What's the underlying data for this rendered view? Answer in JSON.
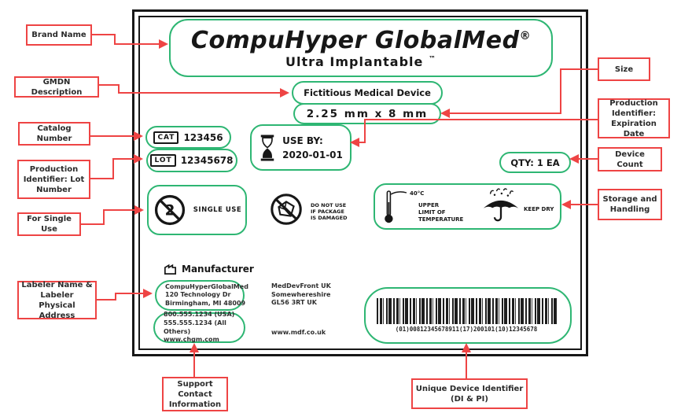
{
  "colors": {
    "green": "#2eb673",
    "red": "#ee4444",
    "ink": "#171717"
  },
  "label": {
    "brand_name": "CompuHyper GlobalMed",
    "brand_reg": "®",
    "sub_brand": "Ultra Implantable",
    "sub_tm": "™",
    "gmdn_description": "Fictitious Medical Device",
    "size": "2.25 mm x 8 mm",
    "cat_symbol": "CAT",
    "catalog_number": "123456",
    "lot_symbol": "LOT",
    "lot_number": "12345678",
    "use_by_label": "USE BY:",
    "use_by_date": "2020-01-01",
    "qty": "QTY: 1 EA",
    "single_use": "SINGLE USE",
    "do_not_use_lines": [
      "DO NOT USE",
      "IF PACKAGE",
      "IS DAMAGED"
    ],
    "temp_value": "40°C",
    "temp_caption_lines": [
      "UPPER",
      "LIMIT OF",
      "TEMPERATURE"
    ],
    "keep_dry": "KEEP DRY",
    "manufacturer_label": "Manufacturer",
    "labeler_address_lines": [
      "CompuHyperGlobalMed",
      "120 Technology Dr",
      "Birmingham, MI 48009"
    ],
    "contact_lines": [
      "800.555.1234 (USA)",
      "555.555.1234 (All Others)",
      "www.chgm.com"
    ],
    "eu_address_lines": [
      "MedDevFront UK",
      "Somewhereshire",
      "GL56 3RT UK"
    ],
    "eu_website": "www.mdf.co.uk",
    "barcode_text": "(01)00812345678911(17)200101(10)12345678"
  },
  "callouts": {
    "brand_name": "Brand Name",
    "gmdn": "GMDN Description",
    "catalog": "Catalog Number",
    "lot": "Production Identifier: Lot Number",
    "single_use": "For Single Use",
    "labeler": "Labeler Name & Labeler Physical Address",
    "support": "Support Contact Information",
    "udi": "Unique Device Identifier (DI & PI)",
    "size": "Size",
    "expiration": "Production Identifier: Expiration Date",
    "device_count": "Device Count",
    "storage": "Storage and Handling"
  }
}
